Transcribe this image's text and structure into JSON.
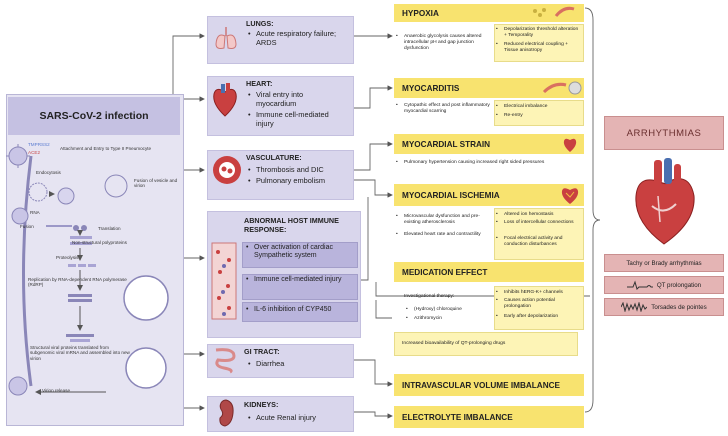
{
  "sars": {
    "title": "SARS-CoV-2 infection",
    "labels": {
      "tmprss2": "TMPRSS2",
      "ace2": "ACE2",
      "attachment": "Attachment and Entry to Type II Pneumocyte",
      "endocytosis": "Endocytosis",
      "fusion_vesicle": "Fusion of vesicle and virion",
      "rna": "RNA",
      "fusion": "Fusion",
      "translation": "Translation",
      "nonstructural": "Non-structural polyproteins",
      "proteolysis": "Proteolysis",
      "replication": "Replication by RNA-dependent RNA polymerase (RdRP)",
      "structural": "Structural viral proteins translated from subgenomic viral mRNA and assembled into new virion",
      "release": "Virion release"
    }
  },
  "organs": {
    "lungs": {
      "title": "LUNGS:",
      "items": [
        "Acute respiratory failure; ARDS"
      ]
    },
    "heart": {
      "title": "HEART:",
      "items": [
        "Viral entry into myocardium",
        "Immune cell-mediated injury"
      ]
    },
    "vasculature": {
      "title": "VASCULATURE:",
      "items": [
        "Thrombosis  and DIC",
        "Pulmonary embolism"
      ]
    },
    "immune": {
      "title": "ABNORMAL HOST IMMUNE RESPONSE:",
      "items": [
        "Over activation of cardiac Sympathetic system",
        "Immune cell-mediated injury",
        "IL-6 inhibition of CYP450"
      ]
    },
    "gi": {
      "title": "GI TRACT:",
      "items": [
        "Diarrhea"
      ]
    },
    "kidneys": {
      "title": "KIDNEYS:",
      "items": [
        "Acute Renal injury"
      ]
    }
  },
  "effects": {
    "hypoxia": {
      "title": "HYPOXIA",
      "left": [
        "Anaerobic glycolysis causes altered intracellular pH and gap junction dysfunction"
      ],
      "right": [
        "Depolarization threshold alteration + Temporality",
        "Reduced electrical coupling + Tissue anisotropy"
      ]
    },
    "myocarditis": {
      "title": "MYOCARDITIS",
      "left": [
        "Cytopathic effect and post inflammatory myocardial scarring"
      ],
      "right": [
        "Electrical imbalance",
        "Re-entry"
      ]
    },
    "strain": {
      "title": "MYOCARDIAL STRAIN",
      "left": [
        "Pulmonary hypertension causing increased right sided pressures"
      ]
    },
    "ischemia": {
      "title": "MYOCARDIAL ISCHEMIA",
      "left": [
        "Microvascular dysfunction and pre-existing atherosclerosis",
        "Elevated heart rate and contractility"
      ],
      "right": [
        "Altered ion hemostasis",
        "Loss of intercellular connections",
        "Focal electrical activity and conduction disturbances"
      ]
    },
    "medication": {
      "title": "MEDICATION EFFECT",
      "intro": "Investigational therapy:",
      "left": [
        "(Hydroxy) chloroquine",
        "Azithromycin"
      ],
      "right": [
        "Inhibits hERG-K+ channels",
        "Causes action potential prolongation",
        "Early after depolarization"
      ],
      "bottom": "Increased bioavailability of QT-prolonging drugs"
    },
    "volume": {
      "title": "INTRAVASCULAR VOLUME IMBALANCE"
    },
    "electrolyte": {
      "title": "ELECTROLYTE IMBALANCE"
    }
  },
  "arrhythmias": {
    "title": "ARRHYTHMIAS",
    "items": [
      "Tachy or Brady arrhythmias",
      "QT prolongation",
      "Torsades de pointes"
    ]
  },
  "colors": {
    "organ_box": "#d9d6ec",
    "effect_header": "#f8e36f",
    "effect_body": "#fdf4b6",
    "arrhythmia": "#e4b4b4",
    "virus_panel": "#e6e4f2"
  }
}
